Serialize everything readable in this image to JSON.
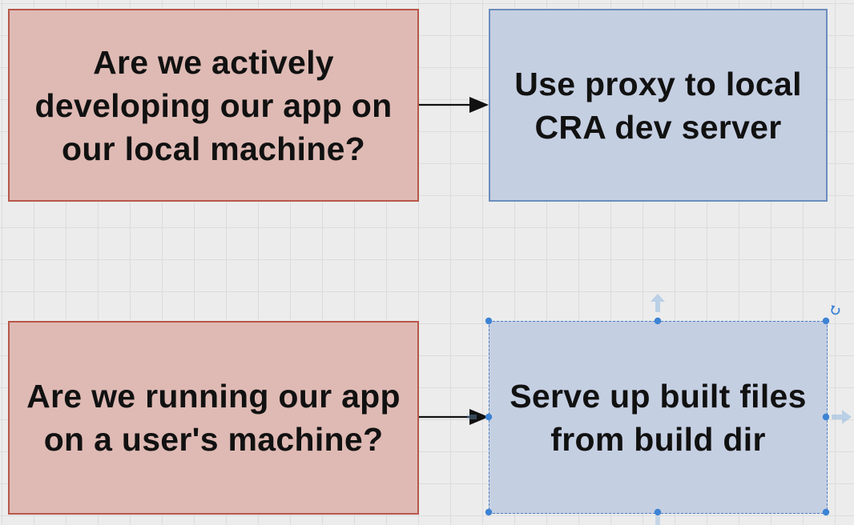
{
  "diagram": {
    "nodes": [
      {
        "id": "q1",
        "kind": "question",
        "text": "Are we actively developing our app on our local machine?"
      },
      {
        "id": "a1",
        "kind": "answer",
        "text": "Use proxy to local CRA dev server"
      },
      {
        "id": "q2",
        "kind": "question",
        "text": "Are we running our app on a user's machine?"
      },
      {
        "id": "a2",
        "kind": "answer",
        "text": "Serve up built files from build dir",
        "selected": true
      }
    ],
    "edges": [
      {
        "from": "q1",
        "to": "a1"
      },
      {
        "from": "q2",
        "to": "a2"
      }
    ]
  },
  "colors": {
    "canvas_background": "#ececec",
    "grid_line": "#dcdcdc",
    "question_fill": "#dfbab4",
    "question_border": "#b7574b",
    "answer_fill": "#c5cfe2",
    "answer_border": "#6c8dbc",
    "selection_handle": "#3c83d4",
    "arrow": "#111111"
  },
  "icons": {
    "rotate_handle": "rotate-icon",
    "arrow_up": "arrow-up-icon",
    "arrow_right": "arrow-right-icon"
  }
}
